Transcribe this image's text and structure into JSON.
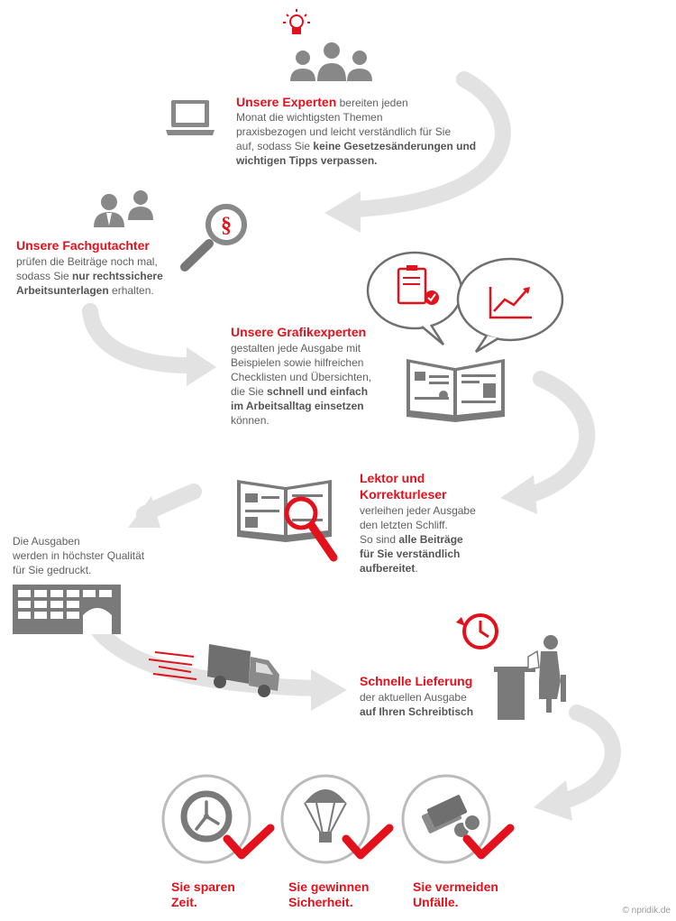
{
  "steps": {
    "experts": {
      "head": "Unsere Experten",
      "t1": " bereiten jeden",
      "t2": "Monat die wichtigsten Themen",
      "t3": "praxisbezogen und leicht verständlich für Sie",
      "t4": "auf, sodass Sie ",
      "b1": "keine Gesetzesänderungen und",
      "b2": "wichtigen Tipps verpassen."
    },
    "reviewers": {
      "head": "Unsere Fachgutachter",
      "t1": "prüfen die Beiträge noch mal,",
      "t2": "sodass Sie ",
      "b1": "nur rechtssichere",
      "b2": "Arbeitsunterlagen",
      "t3": " erhalten."
    },
    "graphics": {
      "head": "Unsere Grafikexperten",
      "t1": "gestalten jede Ausgabe mit",
      "t2": "Beispielen sowie hilfreichen",
      "t3": "Checklisten und Übersichten,",
      "t4": "die Sie ",
      "b1": "schnell und einfach",
      "b2": "im Arbeitsalltag einsetzen",
      "t5": "können."
    },
    "proofreader": {
      "head1": "Lektor und",
      "head2": "Korrekturleser",
      "t1": "verleihen jeder Ausgabe",
      "t2": "den letzten Schliff.",
      "t3": "So sind ",
      "b1": "alle Beiträge",
      "b2": "für Sie verständlich",
      "b3": "aufbereitet",
      "t4": "."
    },
    "print": {
      "t1": "Die Ausgaben",
      "t2": "werden in höchster Qualität",
      "t3": "für Sie gedruckt."
    },
    "delivery": {
      "head": "Schnelle Lieferung",
      "t1": "der aktuellen Ausgabe",
      "b1": "auf Ihren Schreibtisch"
    }
  },
  "benefits": [
    {
      "l1": "Sie sparen",
      "l2": "Zeit.",
      "icon": "clock-icon"
    },
    {
      "l1": "Sie gewinnen",
      "l2": "Sicherheit.",
      "icon": "parachute-icon"
    },
    {
      "l1": "Sie vermeiden",
      "l2": "Unfälle.",
      "icon": "money-icon"
    }
  ],
  "copyright": "© npridik.de",
  "colors": {
    "red": "#e3111b",
    "gray": "#7a7a7a",
    "arrow": "#e2e2e2"
  }
}
